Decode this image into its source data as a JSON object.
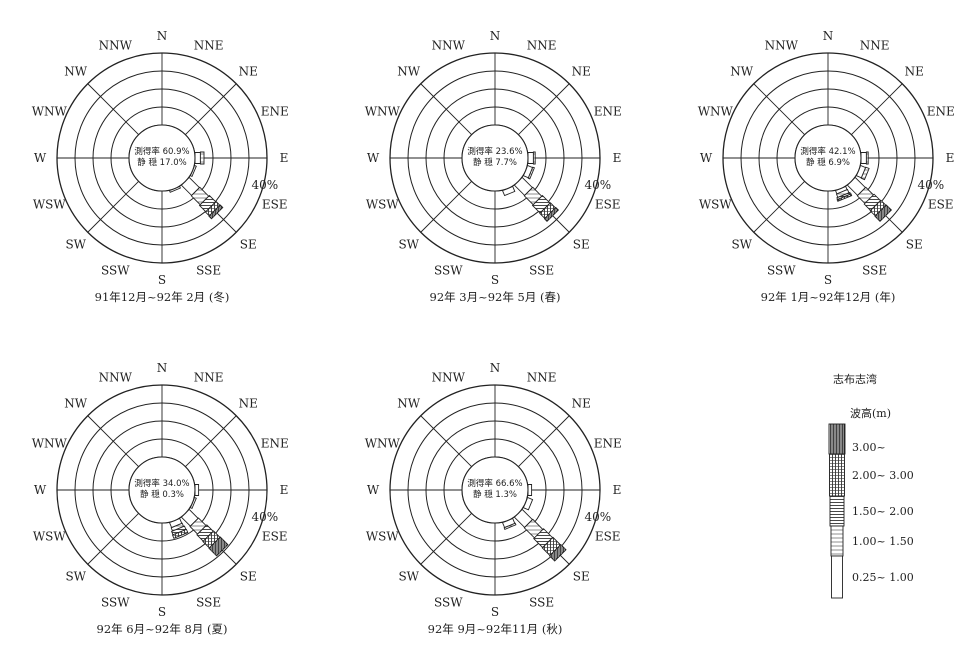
{
  "directions": [
    "N",
    "NNE",
    "NE",
    "ENE",
    "E",
    "ESE",
    "SE",
    "SSE",
    "S",
    "SSW",
    "SW",
    "WSW",
    "W",
    "WNW",
    "NW",
    "NNW"
  ],
  "ring_max_label": "40%",
  "legend": {
    "title": "志布志湾",
    "header": "波高(m)",
    "classes": [
      "3.00~",
      "2.00~ 3.00",
      "1.50~ 2.00",
      "1.00~ 1.50",
      "0.25~ 1.00"
    ]
  },
  "chart_data": [
    {
      "type": "polar-rose",
      "caption": "91年12月~92年 2月 (冬)",
      "center_lines": [
        "測得率 60.9%",
        "静 穏 17.0%"
      ],
      "rmax": 40,
      "petals": [
        {
          "direction": "E",
          "bands": [
            3,
            2
          ]
        },
        {
          "direction": "ESE",
          "bands": [
            1
          ]
        },
        {
          "direction": "SE",
          "bands": [
            8,
            7,
            5,
            3,
            2
          ]
        },
        {
          "direction": "SSE",
          "bands": [
            1
          ]
        }
      ]
    },
    {
      "type": "polar-rose",
      "caption": "92年 3月~92年 5月 (春)",
      "center_lines": [
        "測得率 23.6%",
        "静 穏 7.7%"
      ],
      "rmax": 40,
      "petals": [
        {
          "direction": "E",
          "bands": [
            3,
            1
          ]
        },
        {
          "direction": "ESE",
          "bands": [
            3,
            1
          ]
        },
        {
          "direction": "SE",
          "bands": [
            8,
            7,
            6,
            4,
            2
          ]
        },
        {
          "direction": "SSE",
          "bands": [
            3
          ]
        }
      ]
    },
    {
      "type": "polar-rose",
      "caption": "92年 1月~92年12月 (年)",
      "center_lines": [
        "測得率 42.1%",
        "静 穏 6.9%"
      ],
      "rmax": 40,
      "petals": [
        {
          "direction": "E",
          "bands": [
            3,
            1
          ]
        },
        {
          "direction": "ESE",
          "bands": [
            3,
            2
          ]
        },
        {
          "direction": "SE",
          "bands": [
            8,
            6,
            5,
            4,
            4
          ]
        },
        {
          "direction": "SSE",
          "bands": [
            2,
            2,
            1,
            1
          ]
        }
      ]
    },
    {
      "type": "polar-rose",
      "caption": "92年 6月~92年 8月 (夏)",
      "center_lines": [
        "測得率 34.0%",
        "静 穏 0.3%"
      ],
      "rmax": 40,
      "petals": [
        {
          "direction": "E",
          "bands": [
            2
          ]
        },
        {
          "direction": "ESE",
          "bands": [
            1
          ]
        },
        {
          "direction": "SE",
          "bands": [
            7,
            6,
            5,
            5,
            6
          ]
        },
        {
          "direction": "SSE",
          "bands": [
            3,
            2,
            2,
            2
          ]
        }
      ]
    },
    {
      "type": "polar-rose",
      "caption": "92年 9月~92年11月 (秋)",
      "center_lines": [
        "測得率 66.6%",
        "静 穏 1.3%"
      ],
      "rmax": 40,
      "petals": [
        {
          "direction": "E",
          "bands": [
            2
          ]
        },
        {
          "direction": "ESE",
          "bands": [
            3
          ]
        },
        {
          "direction": "SE",
          "bands": [
            8,
            8,
            7,
            6,
            4
          ]
        },
        {
          "direction": "SSE",
          "bands": [
            3,
            1
          ]
        }
      ]
    }
  ]
}
